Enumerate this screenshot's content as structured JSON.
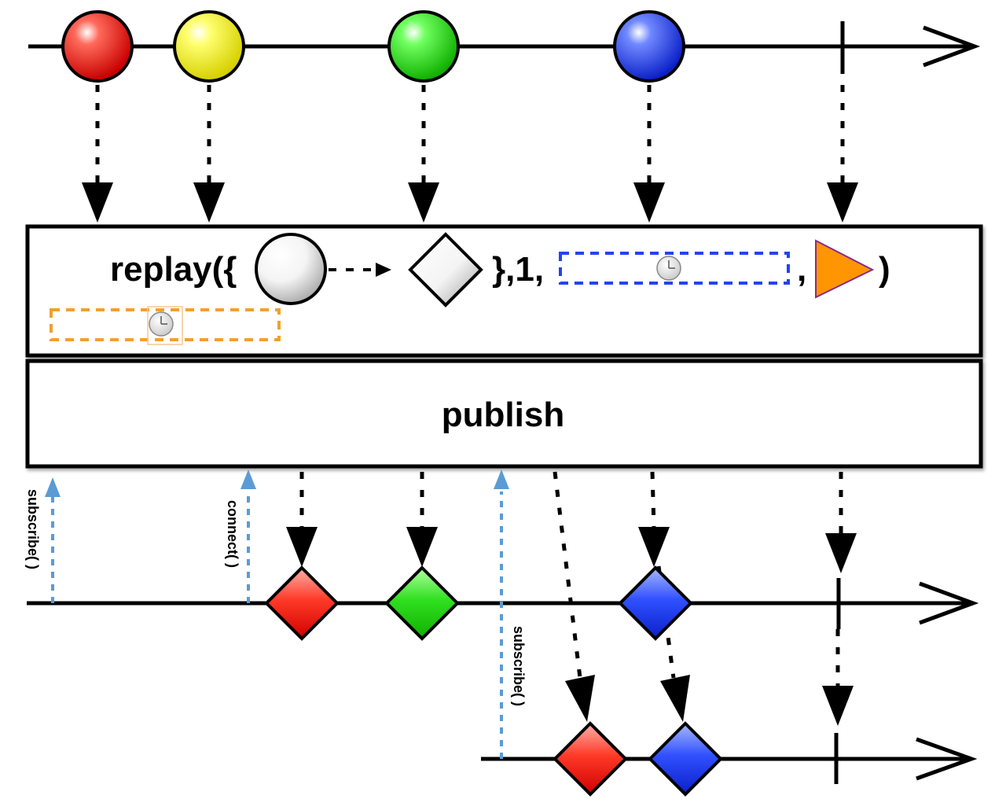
{
  "operators": {
    "replay": {
      "prefix": "replay({",
      "middle": "},1,",
      "comma": ",",
      "suffix": ")"
    },
    "publish": {
      "label": "publish"
    }
  },
  "labels": {
    "subscribe_1": "subscribe( )",
    "connect": "connect( )",
    "subscribe_2": "subscribe( )"
  },
  "colors": {
    "red": "#e8140e",
    "yellow": "#f2ee00",
    "green": "#1ccf10",
    "blue": "#1e37e8",
    "orange_triangle": "#ff9500",
    "orange_box": "#f0a030",
    "blue_box": "#2244ee",
    "subscribe_arrow": "#5b9bd5"
  },
  "source_stream": {
    "emissions": [
      {
        "color": "red",
        "shape": "circle"
      },
      {
        "color": "yellow",
        "shape": "circle"
      },
      {
        "color": "green",
        "shape": "circle"
      },
      {
        "color": "blue",
        "shape": "circle"
      }
    ],
    "completed": true
  },
  "subscriber_1": {
    "emissions": [
      {
        "color": "red",
        "shape": "diamond"
      },
      {
        "color": "green",
        "shape": "diamond"
      },
      {
        "color": "blue",
        "shape": "diamond"
      }
    ],
    "completed": true
  },
  "subscriber_2": {
    "emissions": [
      {
        "color": "red",
        "shape": "diamond"
      },
      {
        "color": "blue",
        "shape": "diamond"
      }
    ],
    "completed": true
  },
  "icons": {
    "clock": "clock-icon",
    "selector_input": "circle-icon",
    "selector_output": "diamond-icon",
    "scheduler": "triangle-icon"
  }
}
